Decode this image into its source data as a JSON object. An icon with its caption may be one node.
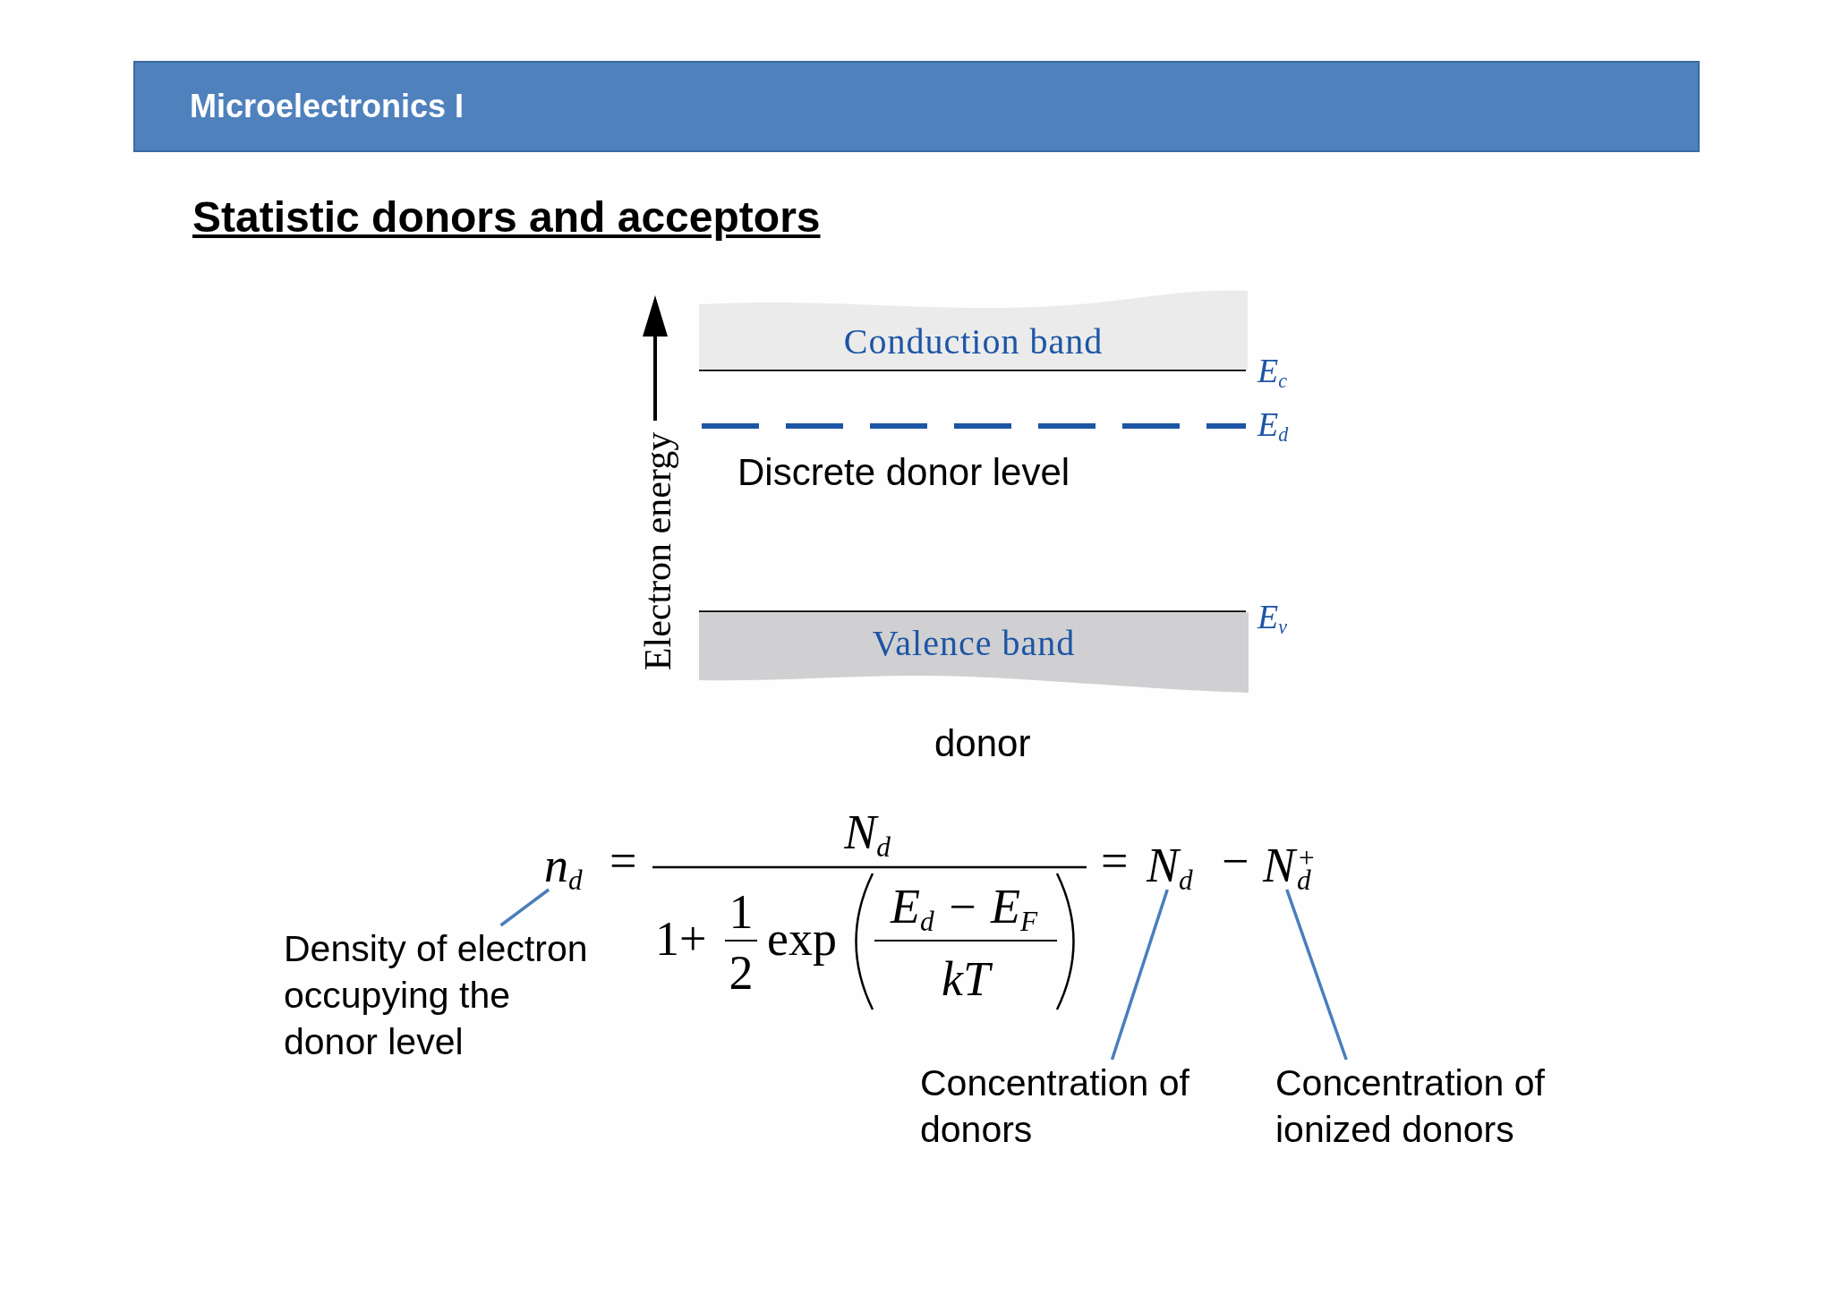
{
  "diagram": {
    "title": "Statistic donors and acceptors",
    "nodes": [
      {
        "text": [
          "Conduction band"
        ]
      },
      {
        "text": [
          "Valence band"
        ]
      },
      {
        "text": [
          "n$_{d}$"
        ]
      },
      {
        "text": [
          "N$_{d}$"
        ]
      },
      {
        "text": [
          "N$^{+}$$_{d}$"
        ]
      },
      {
        "text": [
          "Density of electron occupying the donor level"
        ]
      },
      {
        "text": [
          "Concentration of donors"
        ]
      },
      {
        "text": [
          "Concentration of ionized donors"
        ]
      }
    ],
    "edges": [
      {
        "from": 5,
        "to": 2,
        "arrow": "none"
      },
      {
        "from": 6,
        "to": 3,
        "arrow": "none"
      },
      {
        "from": 7,
        "to": 4,
        "arrow": "none"
      }
    ],
    "labels": [
      "Microelectronics I",
      "Electron energy",
      "E$_{c}$",
      "E$_{d}$",
      "Discrete donor level",
      "E$_{v}$",
      "donor",
      "=",
      "N$_{d}$",
      "1+",
      "1",
      "2",
      "exp",
      "E$_{d}$ − E$_{F}$",
      "kT",
      "=",
      "−"
    ]
  }
}
